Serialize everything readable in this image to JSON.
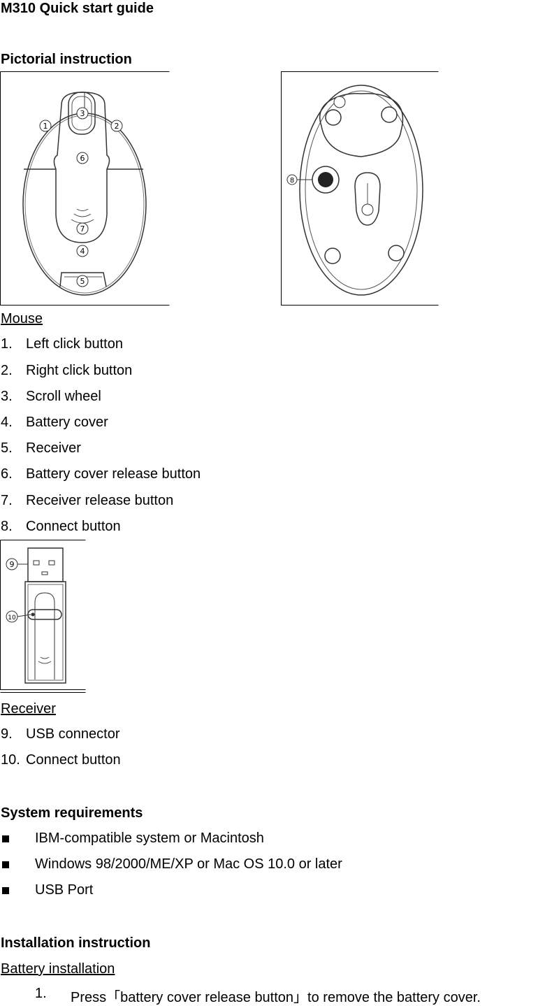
{
  "doc": {
    "title": "M310 Quick start guide",
    "pictorial_heading": "Pictorial instruction",
    "mouse_heading": "Mouse",
    "mouse_items": [
      {
        "num": "1.",
        "label": "Left click button"
      },
      {
        "num": "2.",
        "label": "Right click button"
      },
      {
        "num": "3.",
        "label": "Scroll wheel"
      },
      {
        "num": "4.",
        "label": "Battery cover"
      },
      {
        "num": "5.",
        "label": "Receiver"
      },
      {
        "num": "6.",
        "label": "Battery cover release button"
      },
      {
        "num": "7.",
        "label": "Receiver release button"
      },
      {
        "num": "8.",
        "label": "Connect button"
      }
    ],
    "receiver_heading": "Receiver",
    "receiver_items": [
      {
        "num": "9.",
        "label": "USB connector"
      },
      {
        "num": "10.",
        "label": "Connect button"
      }
    ],
    "sysreq_heading": "System requirements",
    "sysreq_items": [
      "IBM-compatible system or Macintosh",
      "Windows 98/2000/ME/XP or Mac OS 10.0 or later",
      "USB Port"
    ],
    "install_heading": "Installation instruction",
    "battery_heading": "Battery installation",
    "battery_steps": [
      {
        "num": "1.",
        "text": "Press「battery cover release button」to remove the battery cover."
      }
    ],
    "callouts": {
      "top": [
        "①",
        "②",
        "③",
        "④",
        "⑤",
        "⑥",
        "⑦"
      ],
      "bottom": [
        "⑧"
      ],
      "receiver": [
        "⑨",
        "⑩"
      ]
    }
  }
}
